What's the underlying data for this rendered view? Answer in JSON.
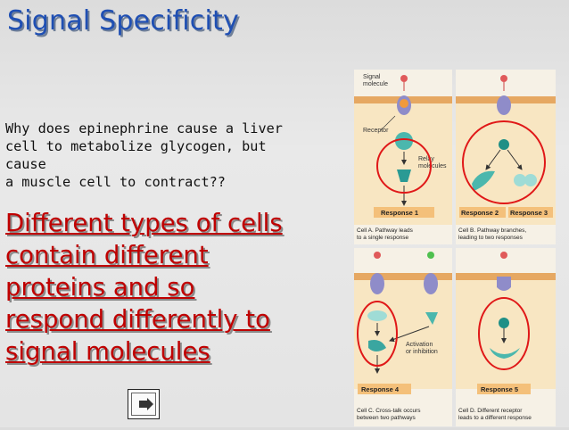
{
  "slide": {
    "title": "Signal Specificity",
    "question_lines": [
      "Why does epinephrine cause a liver",
      "cell to metabolize glycogen, but",
      "cause",
      "a muscle cell to contract??"
    ],
    "answer_lines": [
      "Different types of cells",
      "contain different",
      "proteins and so",
      "respond differently to",
      "signal molecules"
    ]
  },
  "figure": {
    "labels": {
      "signal_molecule_1": "Signal",
      "signal_molecule_2": "molecule",
      "receptor": "Receptor",
      "relay_1": "Relay",
      "relay_2": "molecules",
      "response1": "Response 1",
      "response2": "Response 2",
      "response3": "Response 3",
      "response4": "Response 4",
      "response5": "Response 5",
      "activation_1": "Activation",
      "activation_2": "or inhibition",
      "cellA_1": "Cell A. Pathway leads",
      "cellA_2": "to a single response",
      "cellB_1": "Cell B. Pathway branches,",
      "cellB_2": "leading to two responses",
      "cellC_1": "Cell C. Cross-talk occurs",
      "cellC_2": "between two pathways",
      "cellD_1": "Cell D. Different receptor",
      "cellD_2": "leads to a different response"
    },
    "colors": {
      "membrane": "#e6a862",
      "cell": "#f7e8c8",
      "receptor": "#8f8cc9",
      "relay": "#4bb7ad",
      "circle": "#e01818",
      "signal": "#e05a5a"
    }
  }
}
